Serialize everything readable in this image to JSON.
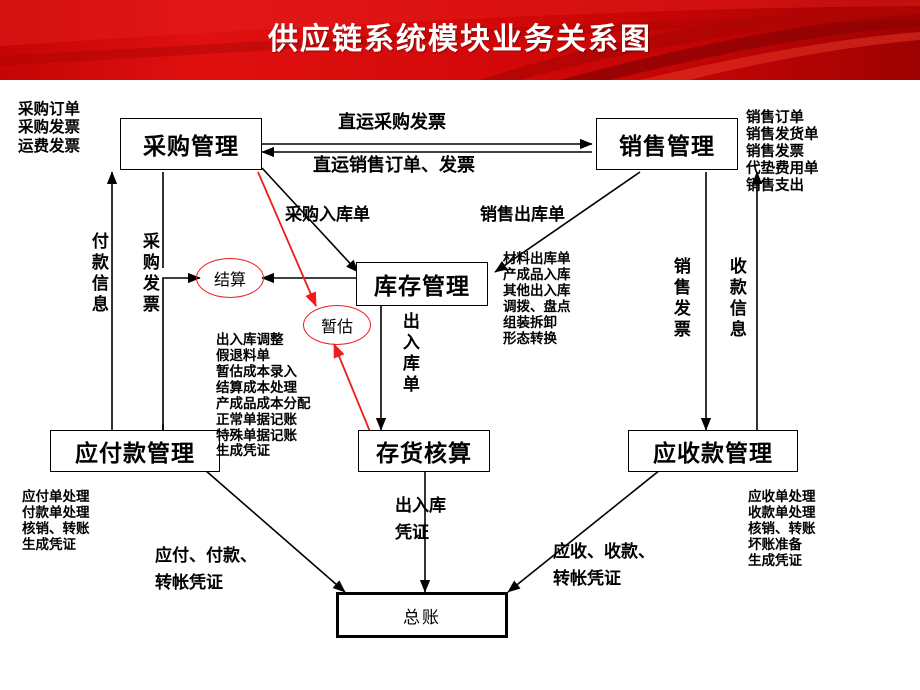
{
  "banner": {
    "title": "供应链系统模块业务关系图",
    "color": "#d40a0a",
    "text_color": "#ffffff"
  },
  "colors": {
    "accent_red": "#d40a0a",
    "ellipse_red": "#ee1c1c",
    "line_black": "#000000",
    "background": "#ffffff"
  },
  "boxes": {
    "purchase": "采购管理",
    "sales": "销售管理",
    "inventory": "库存管理",
    "stock_accounting": "存货核算",
    "payable": "应付款管理",
    "receivable": "应收款管理",
    "ledger": "总账"
  },
  "ellipses": {
    "settlement": "结算",
    "provisional": "暂估"
  },
  "lists": {
    "purchase_docs": [
      "采购订单",
      "采购发票",
      "运费发票"
    ],
    "sales_docs": [
      "销售订单",
      "销售发货单",
      "销售发票",
      "代垫费用单",
      "销售支出"
    ],
    "inventory_docs": [
      "材料出库单",
      "产成品入库",
      "其他出入库",
      "调拨、盘点",
      "组装拆卸",
      "形态转换"
    ],
    "stock_accounting_docs": [
      "出入库调整",
      "假退料单",
      "暂估成本录入",
      "结算成本处理",
      "产成品成本分配",
      "正常单据记账",
      "特殊单据记账",
      "生成凭证"
    ],
    "payable_docs": [
      "应付单处理",
      "付款单处理",
      "核销、转账",
      "生成凭证"
    ],
    "receivable_docs": [
      "应收单处理",
      "收款单处理",
      "核销、转账",
      "坏账准备",
      "生成凭证"
    ]
  },
  "edge_labels": {
    "direct_purchase_invoice": "直运采购发票",
    "direct_sales_order_invoice": "直运销售订单、发票",
    "purchase_receipt": "采购入库单",
    "sales_issue": "销售出库单",
    "payment_info": "付款信息",
    "purchase_invoice": "采购发票",
    "sales_invoice": "销售发票",
    "receipt_info": "收款信息",
    "inout_doc": "出入库单",
    "inout_voucher_l1": "出入库",
    "inout_voucher_l2": "凭证",
    "payable_voucher_l1": "应付、付款、",
    "payable_voucher_l2": "转帐凭证",
    "receivable_voucher_l1": "应收、收款、",
    "receivable_voucher_l2": "转帐凭证"
  }
}
